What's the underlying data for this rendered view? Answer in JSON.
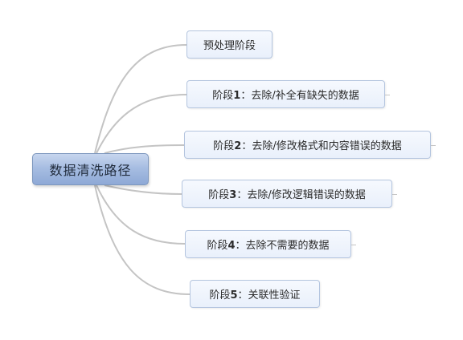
{
  "root": {
    "label": "数据清洗路径"
  },
  "branches": [
    {
      "label": "预处理阶段"
    },
    {
      "label": "阶段1：去除/补全有缺失的数据"
    },
    {
      "label": "阶段2：去除/修改格式和内容错误的数据"
    },
    {
      "label": "阶段3：去除/修改逻辑错误的数据"
    },
    {
      "label": "阶段4：去除不需要的数据"
    },
    {
      "label": "阶段5：关联性验证"
    }
  ],
  "colors": {
    "root_fill": "#a7bde2",
    "branch_fill": "#eef3fc",
    "connector": "#c4c4c4"
  }
}
